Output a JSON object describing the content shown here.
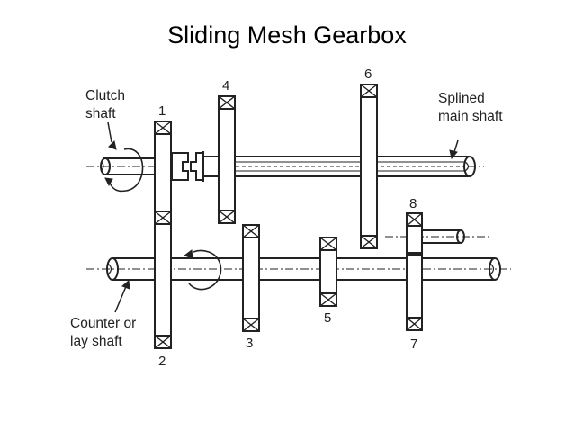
{
  "title": "Sliding Mesh Gearbox",
  "labels": {
    "clutch_shaft": [
      "Clutch",
      "shaft"
    ],
    "splined_main_shaft": [
      "Splined",
      "main shaft"
    ],
    "counter_shaft": [
      "Counter or",
      "lay shaft"
    ]
  },
  "gear_numbers": [
    "1",
    "2",
    "3",
    "4",
    "5",
    "6",
    "7",
    "8"
  ],
  "colors": {
    "line": "#222222",
    "background": "#ffffff"
  }
}
